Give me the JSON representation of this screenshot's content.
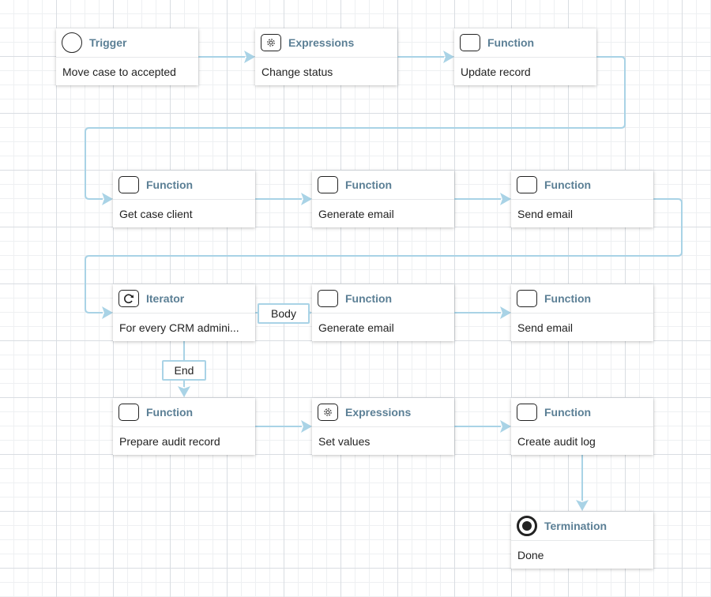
{
  "colors": {
    "edge": "#a9d3e6",
    "title": "#5b7f95",
    "icon": "#222222"
  },
  "nodes": [
    {
      "id": "trigger",
      "icon": "circle-icon",
      "title": "Trigger",
      "text": "Move case to accepted"
    },
    {
      "id": "expr1",
      "icon": "gear-icon",
      "title": "Expressions",
      "text": "Change status"
    },
    {
      "id": "func-update",
      "icon": "function-icon",
      "title": "Function",
      "text": "Update record"
    },
    {
      "id": "func-getclient",
      "icon": "function-icon",
      "title": "Function",
      "text": "Get case client"
    },
    {
      "id": "func-genemail1",
      "icon": "function-icon",
      "title": "Function",
      "text": "Generate email"
    },
    {
      "id": "func-sendemail1",
      "icon": "function-icon",
      "title": "Function",
      "text": "Send email"
    },
    {
      "id": "iterator",
      "icon": "loop-icon",
      "title": "Iterator",
      "text": "For every CRM admini..."
    },
    {
      "id": "func-genemail2",
      "icon": "function-icon",
      "title": "Function",
      "text": "Generate email"
    },
    {
      "id": "func-sendemail2",
      "icon": "function-icon",
      "title": "Function",
      "text": "Send email"
    },
    {
      "id": "func-prepare",
      "icon": "function-icon",
      "title": "Function",
      "text": "Prepare audit record"
    },
    {
      "id": "expr2",
      "icon": "gear-icon",
      "title": "Expressions",
      "text": "Set values"
    },
    {
      "id": "func-createlog",
      "icon": "function-icon",
      "title": "Function",
      "text": "Create audit log"
    },
    {
      "id": "termination",
      "icon": "termination-icon",
      "title": "Termination",
      "text": "Done"
    }
  ],
  "edge_labels": {
    "body": "Body",
    "end": "End"
  }
}
